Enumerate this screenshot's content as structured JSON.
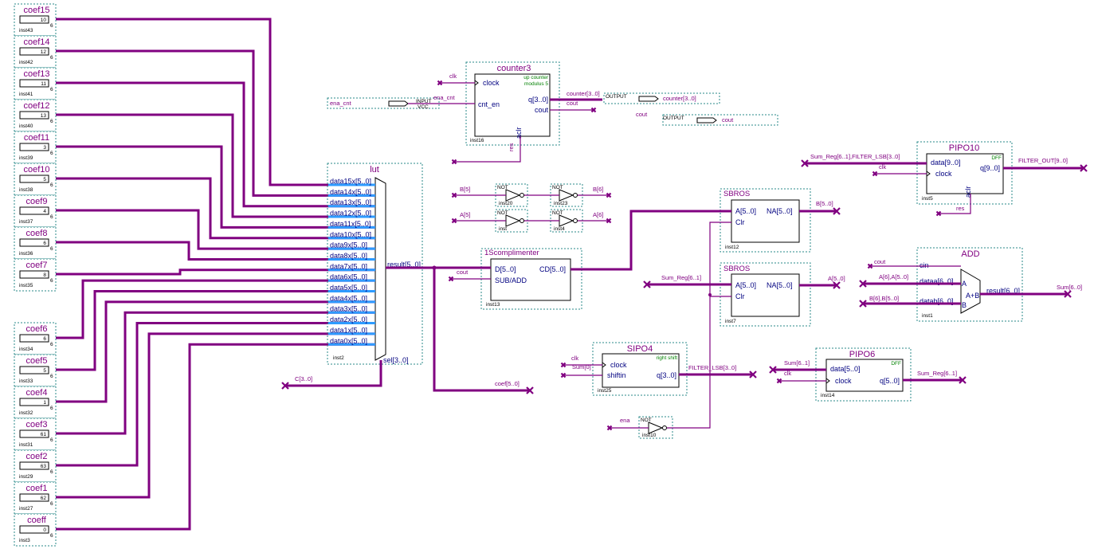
{
  "coefficients": [
    {
      "name": "coef15",
      "value": "10",
      "inst": "inst43"
    },
    {
      "name": "coef14",
      "value": "12",
      "inst": "inst42"
    },
    {
      "name": "coef13",
      "value": "11",
      "inst": "inst41"
    },
    {
      "name": "coef12",
      "value": "13",
      "inst": "inst40"
    },
    {
      "name": "coef11",
      "value": "3",
      "inst": "inst39"
    },
    {
      "name": "coef10",
      "value": "5",
      "inst": "inst38"
    },
    {
      "name": "coef9",
      "value": "4",
      "inst": "inst37"
    },
    {
      "name": "coef8",
      "value": "6",
      "inst": "inst36"
    },
    {
      "name": "coef7",
      "value": "8",
      "inst": "inst35"
    },
    {
      "name": "coef6",
      "value": "6",
      "inst": "inst34"
    },
    {
      "name": "coef5",
      "value": "5",
      "inst": "inst33"
    },
    {
      "name": "coef4",
      "value": "1",
      "inst": "inst32"
    },
    {
      "name": "coef3",
      "value": "61",
      "inst": "inst31"
    },
    {
      "name": "coef2",
      "value": "63",
      "inst": "inst29"
    },
    {
      "name": "coef1",
      "value": "62",
      "inst": "inst27"
    },
    {
      "name": "coeff",
      "value": "0",
      "inst": "inst3"
    }
  ],
  "coef_width": "6",
  "lut": {
    "title": "lut",
    "inputs": [
      "data15x[5..0]",
      "data14x[5..0]",
      "data13x[5..0]",
      "data12x[5..0]",
      "data11x[5..0]",
      "data10x[5..0]",
      "data9x[5..0]",
      "data8x[5..0]",
      "data7x[5..0]",
      "data6x[5..0]",
      "data5x[5..0]",
      "data4x[5..0]",
      "data3x[5..0]",
      "data2x[5..0]",
      "data1x[5..0]",
      "data0x[5..0]"
    ],
    "result": "result[5..0]",
    "sel": "sel[3..0]",
    "inst": "inst2"
  },
  "counter3": {
    "title": "counter3",
    "clock": "clock",
    "cnt_en": "cnt_en",
    "q": "q[3..0]",
    "cout": "cout",
    "aclr": "aclr",
    "note1": "up counter",
    "note2": "modulus 5",
    "inst": "inst16"
  },
  "comp": {
    "title": "1Scomplimenter",
    "d": "D[5..0]",
    "sub": "SUB/ADD",
    "cd": "CD[5..0]",
    "inst": "inst13"
  },
  "sbros1": {
    "title": "SBROS",
    "a": "A[5..0]",
    "clr": "Clr",
    "na": "NA[5..0]",
    "inst": "inst12"
  },
  "sbros2": {
    "title": "SBROS",
    "a": "A[5..0]",
    "clr": "Clr",
    "na": "NA[5..0]",
    "inst": "inst7"
  },
  "pipo10": {
    "title": "PIPO10",
    "dff": "DFF",
    "data": "data[9..0]",
    "clock": "clock",
    "q": "q[9..0]",
    "aclr": "aclr",
    "inst": "inst5"
  },
  "add": {
    "title": "ADD",
    "cin": "cin",
    "dataa": "dataa[6..0]",
    "datab": "datab[6..0]",
    "a": "A",
    "b": "B",
    "apb": "A+B",
    "result": "result[6..0]",
    "inst": "inst1"
  },
  "sipo4": {
    "title": "SIPO4",
    "note": "right shift",
    "clock": "clock",
    "shiftin": "shiftin",
    "q": "q[3..0]",
    "inst": "inst25"
  },
  "pipo6": {
    "title": "PIPO6",
    "dff": "DFF",
    "data": "data[5..0]",
    "clock": "clock",
    "q": "q[5..0]",
    "inst": "inst14"
  },
  "gates": {
    "not": "NOT",
    "b5": "B[5]",
    "b6": "B[6]",
    "a5": "A[5]",
    "a6": "A[6]",
    "inst_b1": "inst20",
    "inst_b2": "inst23",
    "inst_a1": "inst",
    "inst_a2": "inst4",
    "ena": "ena",
    "inst_ena": "inst10"
  },
  "pins": {
    "input": "INPUT",
    "vcc": "VCC",
    "output": "OUTPUT",
    "ena_cnt": "ena_cnt",
    "counter_out": "counter[3..0]",
    "cout": "cout"
  },
  "signals": {
    "clk": "clk",
    "ena_cnt": "ena_cnt",
    "counter": "counter[3..0]",
    "cout": "cout",
    "res": "res",
    "c": "C[3..0]",
    "coef": "coef[5..0]",
    "sum_reg": "Sum_Reg[6..1]",
    "sum_reg_filter": "Sum_Reg[6..1],FILTER_LSB[3..0]",
    "filter_out": "FILTER_OUT[9..0]",
    "b50": "B[5..0]",
    "a50": "A[5..0]",
    "a6a5": "A[6],A[5..0]",
    "b6b5": "B[6],B[5..0]",
    "sum60": "Sum[6..0]",
    "sum0": "Sum[0]",
    "filter_lsb": "FILTER_LSB[3..0]",
    "sum61": "Sum[6..1]"
  }
}
